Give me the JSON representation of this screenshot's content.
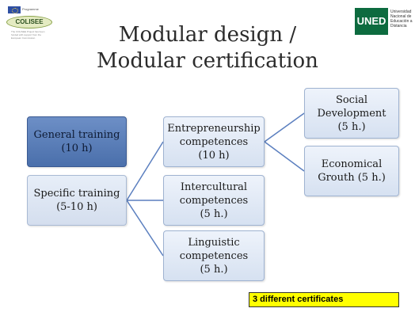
{
  "logos": {
    "left": {
      "eu_text": "Programme",
      "name": "COLISEE",
      "caption": "The COLISEE Project has been funded with support from the European Commission"
    },
    "right": {
      "name": "UNED",
      "caption": "Universidad Nacional de Educación a Distancia"
    }
  },
  "title": {
    "line1": "Modular design /",
    "line2": "Modular certification"
  },
  "boxes": {
    "general": {
      "line1": "General training",
      "line2": "(10 h)"
    },
    "specific": {
      "line1": "Specific training",
      "line2": "(5-10 h)"
    },
    "entrepreneurship": {
      "line1": "Entrepreneurship",
      "line2": "competences",
      "line3": "(10 h)"
    },
    "intercultural": {
      "line1": "Intercultural",
      "line2": "competences",
      "line3": "(5 h.)"
    },
    "linguistic": {
      "line1": "Linguistic",
      "line2": "competences",
      "line3": "(5 h.)"
    },
    "social": {
      "line1": "Social",
      "line2": "Development",
      "line3": "(5 h.)"
    },
    "economical": {
      "line1": "Economical",
      "line2": "Grouth (5 h.)"
    }
  },
  "certificates_note": "3 different certificates",
  "colors": {
    "dark_box": "#4a6fab",
    "light_box": "#d6e1f1",
    "connector": "#5b7fbf",
    "note_bg": "#ffff00"
  }
}
